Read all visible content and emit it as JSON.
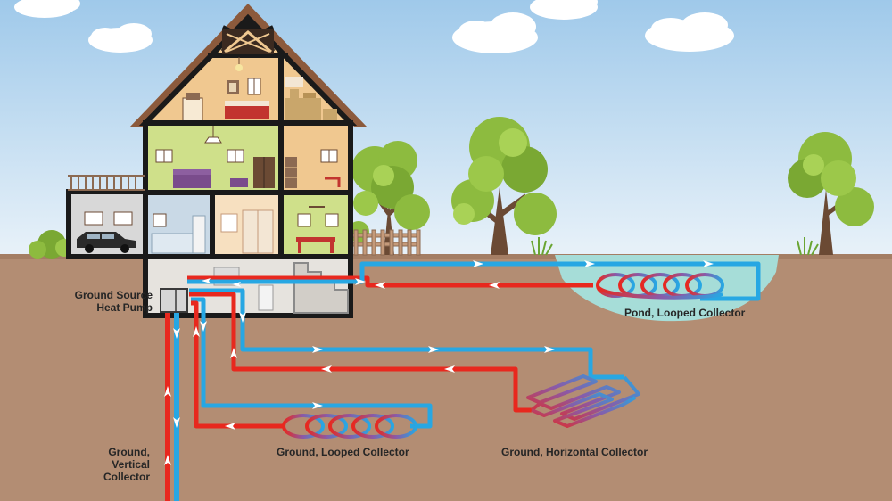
{
  "labels": {
    "heat_pump_line1": "Ground Source",
    "heat_pump_line2": "Heat Pump",
    "pond": "Pond, Looped Collector",
    "looped": "Ground, Looped Collector",
    "horizontal": "Ground, Horizontal Collector",
    "vertical_line1": "Ground,",
    "vertical_line2": "Vertical",
    "vertical_line3": "Collector"
  },
  "colors": {
    "sky_top": "#9fc9ea",
    "sky_bottom": "#e9f2f9",
    "soil": "#b38d73",
    "pond": "#a6ddd8",
    "hot_pipe": "#e8281e",
    "cold_pipe": "#27a7e3",
    "house_outline": "#1a1a1a",
    "roof": "#8c5a3c",
    "tree_leaves": "#8dbb3f",
    "tree_trunk": "#6b4a34",
    "label_text": "#262626"
  }
}
